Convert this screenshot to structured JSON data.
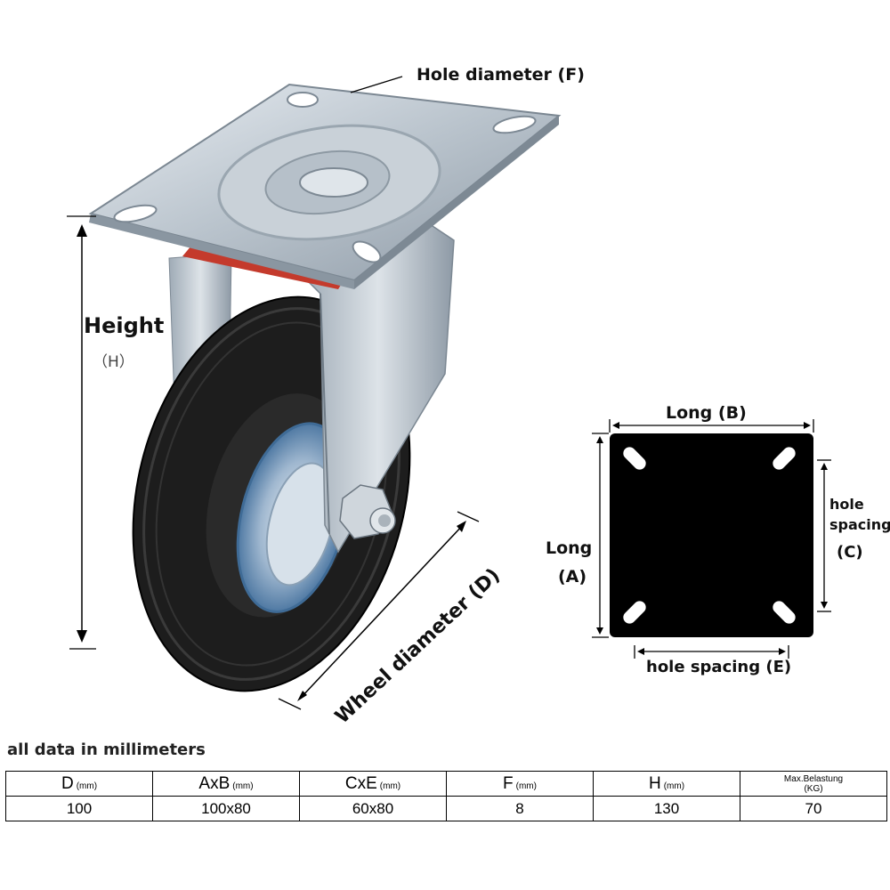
{
  "labels": {
    "hole_diameter": "Hole diameter (F)",
    "height": "Height",
    "height_letter": "（H）",
    "wheel_diameter": "Wheel diameter (D)",
    "long_b": "Long (B)",
    "long_a_1": "Long",
    "long_a_2": "(A)",
    "hole_spacing_c_1": "hole",
    "hole_spacing_c_2": "spacing",
    "hole_spacing_c_3": "(C)",
    "hole_spacing_e": "hole spacing (E)"
  },
  "note": "all data in millimeters",
  "table": {
    "headers": [
      {
        "main": "D",
        "unit": "(mm)"
      },
      {
        "main": "AxB",
        "unit": "(mm)"
      },
      {
        "main": "CxE",
        "unit": "(mm)"
      },
      {
        "main": "F",
        "unit": "(mm)"
      },
      {
        "main": "H",
        "unit": "(mm)"
      },
      {
        "line1": "Max.Belastung",
        "line2": "(KG)"
      }
    ],
    "values": [
      "100",
      "100x80",
      "60x80",
      "8",
      "130",
      "70"
    ]
  }
}
